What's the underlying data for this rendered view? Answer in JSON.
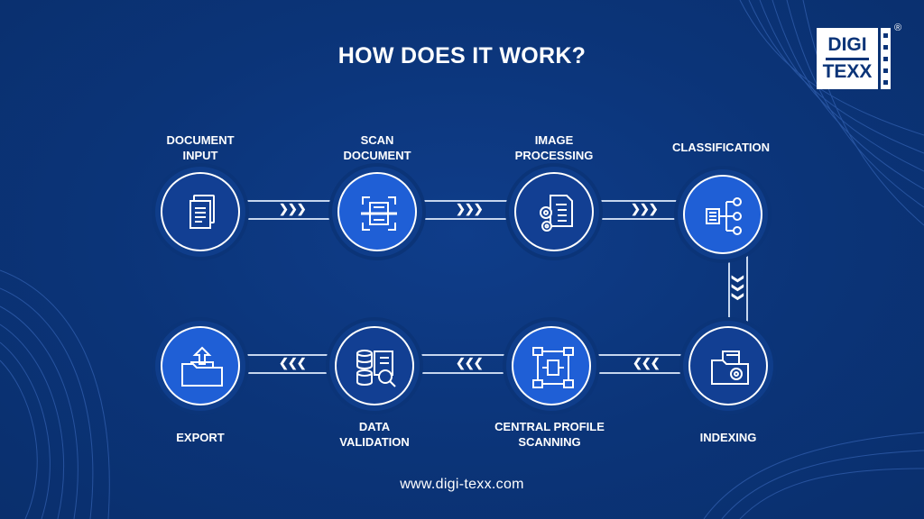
{
  "title": "HOW DOES IT WORK?",
  "logo": {
    "line1": "DIGI",
    "line2": "TEXX",
    "registered": "®"
  },
  "colors": {
    "background": "#0b3478",
    "node_fill": "#1f5fd6",
    "connector": "#c6d6ee",
    "text": "#ffffff"
  },
  "steps": [
    {
      "label": "DOCUMENT\nINPUT",
      "icon": "document-icon"
    },
    {
      "label": "SCAN\nDOCUMENT",
      "icon": "scan-icon"
    },
    {
      "label": "IMAGE\nPROCESSING",
      "icon": "gear-document-icon"
    },
    {
      "label": "CLASSIFICATION",
      "icon": "hierarchy-icon"
    },
    {
      "label": "INDEXING",
      "icon": "folder-gear-icon"
    },
    {
      "label": "CENTRAL PROFILE\nSCANNING",
      "icon": "network-document-icon"
    },
    {
      "label": "DATA\nVALIDATION",
      "icon": "database-check-icon"
    },
    {
      "label": "EXPORT",
      "icon": "export-folder-icon"
    }
  ],
  "arrows": {
    "right": "❯❯❯",
    "left": "❮❮❮",
    "down": "❯❯❯"
  },
  "website": "www.digi-texx.com"
}
